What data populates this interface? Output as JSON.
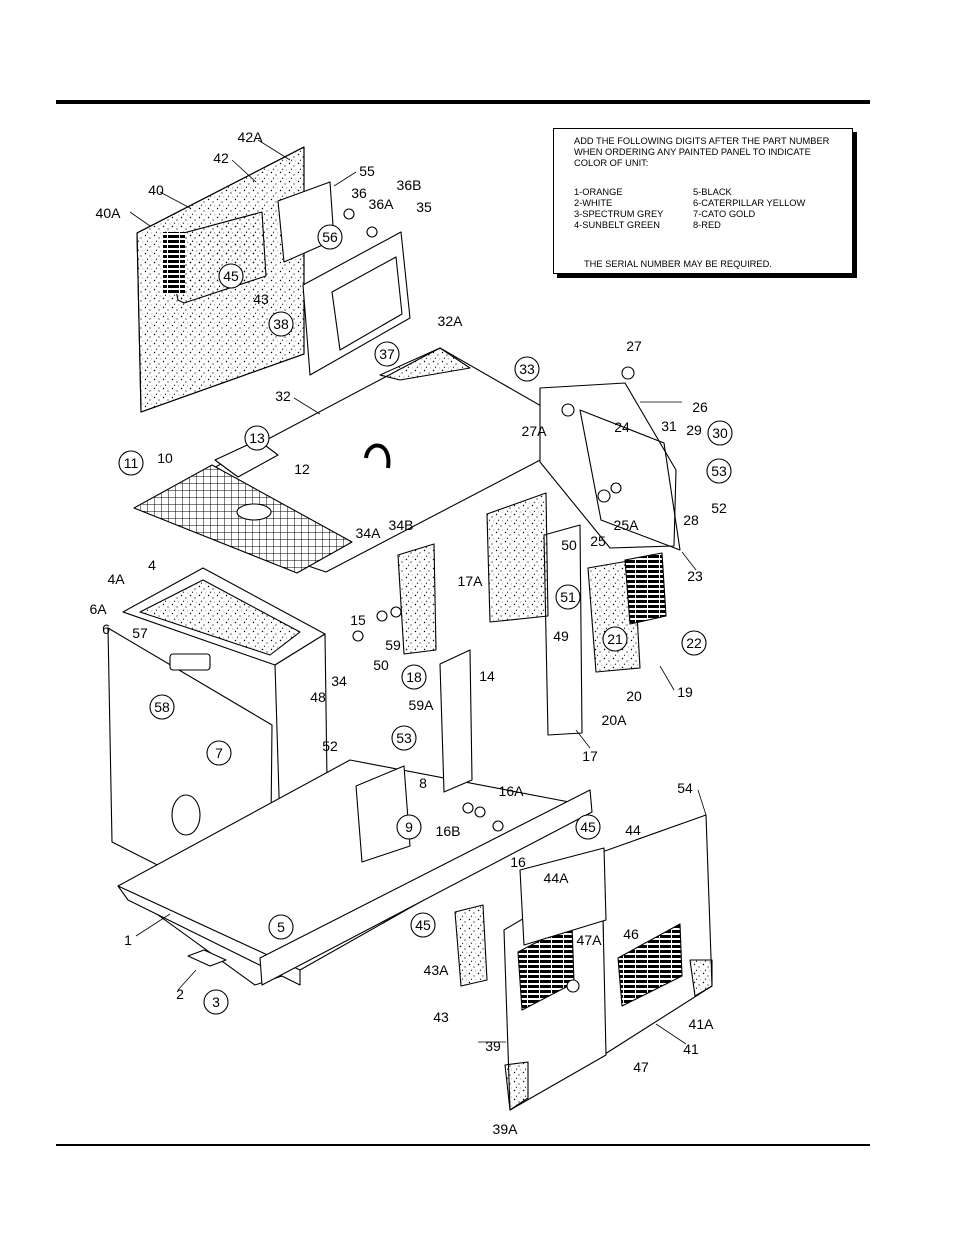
{
  "notice": {
    "intro": "ADD THE FOLLOWING DIGITS AFTER THE PART NUMBER WHEN ORDERING ANY PAINTED PANEL TO INDICATE COLOR OF UNIT:",
    "colors": [
      "1-ORANGE",
      "5-BLACK",
      "2-WHITE",
      "6-CATERPILLAR YELLOW",
      "3-SPECTRUM GREY",
      "7-CATO GOLD",
      "4-SUNBELT GREEN",
      "8-RED"
    ],
    "serial": "THE SERIAL NUMBER MAY BE REQUIRED."
  },
  "callouts": [
    {
      "label": "42A",
      "circled": false
    },
    {
      "label": "42",
      "circled": false
    },
    {
      "label": "40",
      "circled": false
    },
    {
      "label": "40A",
      "circled": false
    },
    {
      "label": "55",
      "circled": false
    },
    {
      "label": "36",
      "circled": false
    },
    {
      "label": "36B",
      "circled": false
    },
    {
      "label": "36A",
      "circled": false
    },
    {
      "label": "35",
      "circled": false
    },
    {
      "label": "56",
      "circled": true
    },
    {
      "label": "45",
      "circled": true
    },
    {
      "label": "43",
      "circled": false
    },
    {
      "label": "38",
      "circled": true
    },
    {
      "label": "37",
      "circled": true
    },
    {
      "label": "32A",
      "circled": false
    },
    {
      "label": "32",
      "circled": false
    },
    {
      "label": "33",
      "circled": true
    },
    {
      "label": "27",
      "circled": false
    },
    {
      "label": "26",
      "circled": false
    },
    {
      "label": "27A",
      "circled": false
    },
    {
      "label": "24",
      "circled": false
    },
    {
      "label": "31",
      "circled": false
    },
    {
      "label": "29",
      "circled": false
    },
    {
      "label": "30",
      "circled": true
    },
    {
      "label": "53",
      "circled": true
    },
    {
      "label": "52",
      "circled": false
    },
    {
      "label": "28",
      "circled": false
    },
    {
      "label": "25",
      "circled": false
    },
    {
      "label": "25A",
      "circled": false
    },
    {
      "label": "23",
      "circled": false
    },
    {
      "label": "13",
      "circled": true
    },
    {
      "label": "12",
      "circled": false
    },
    {
      "label": "11",
      "circled": true
    },
    {
      "label": "10",
      "circled": false
    },
    {
      "label": "34A",
      "circled": false
    },
    {
      "label": "34B",
      "circled": false
    },
    {
      "label": "17A",
      "circled": false
    },
    {
      "label": "50",
      "circled": false
    },
    {
      "label": "51",
      "circled": true
    },
    {
      "label": "49",
      "circled": false
    },
    {
      "label": "21",
      "circled": true
    },
    {
      "label": "22",
      "circled": true
    },
    {
      "label": "20",
      "circled": false
    },
    {
      "label": "19",
      "circled": false
    },
    {
      "label": "20A",
      "circled": false
    },
    {
      "label": "4",
      "circled": false
    },
    {
      "label": "4A",
      "circled": false
    },
    {
      "label": "6A",
      "circled": false
    },
    {
      "label": "6",
      "circled": false
    },
    {
      "label": "57",
      "circled": false
    },
    {
      "label": "15",
      "circled": false
    },
    {
      "label": "59",
      "circled": false
    },
    {
      "label": "34",
      "circled": false
    },
    {
      "label": "50",
      "circled": false
    },
    {
      "label": "18",
      "circled": true
    },
    {
      "label": "14",
      "circled": false
    },
    {
      "label": "48",
      "circled": false
    },
    {
      "label": "59A",
      "circled": false
    },
    {
      "label": "58",
      "circled": true
    },
    {
      "label": "7",
      "circled": true
    },
    {
      "label": "52",
      "circled": false
    },
    {
      "label": "53",
      "circled": true
    },
    {
      "label": "17",
      "circled": false
    },
    {
      "label": "54",
      "circled": false
    },
    {
      "label": "16A",
      "circled": false
    },
    {
      "label": "8",
      "circled": false
    },
    {
      "label": "9",
      "circled": true
    },
    {
      "label": "16B",
      "circled": false
    },
    {
      "label": "16",
      "circled": false
    },
    {
      "label": "45",
      "circled": true
    },
    {
      "label": "44",
      "circled": false
    },
    {
      "label": "44A",
      "circled": false
    },
    {
      "label": "1",
      "circled": false
    },
    {
      "label": "5",
      "circled": true
    },
    {
      "label": "45",
      "circled": true
    },
    {
      "label": "47A",
      "circled": false
    },
    {
      "label": "46",
      "circled": false
    },
    {
      "label": "43A",
      "circled": false
    },
    {
      "label": "2",
      "circled": false
    },
    {
      "label": "3",
      "circled": true
    },
    {
      "label": "43",
      "circled": false
    },
    {
      "label": "41A",
      "circled": false
    },
    {
      "label": "39",
      "circled": false
    },
    {
      "label": "41",
      "circled": false
    },
    {
      "label": "47",
      "circled": false
    },
    {
      "label": "39A",
      "circled": false
    }
  ]
}
